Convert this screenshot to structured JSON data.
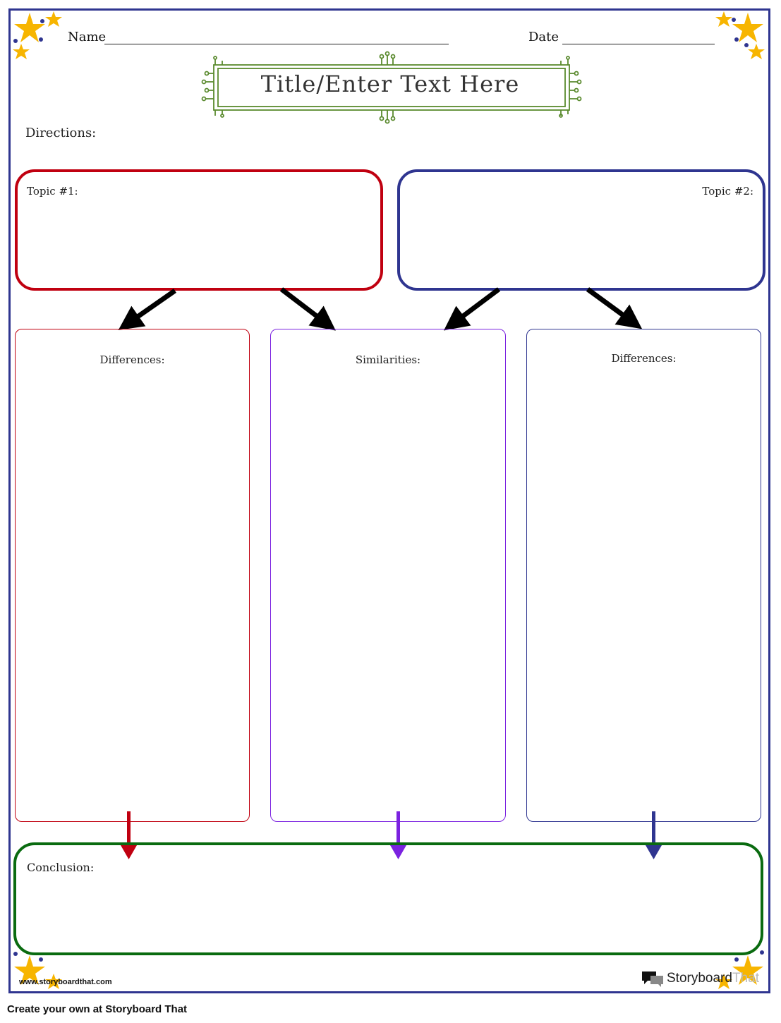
{
  "header": {
    "name_label": "Name",
    "date_label": "Date"
  },
  "title": {
    "text": "Title/Enter Text Here"
  },
  "directions": {
    "label": "Directions:"
  },
  "topics": [
    {
      "label": "Topic #1:",
      "color": "#c00010"
    },
    {
      "label": "Topic #2:",
      "color": "#2f3590"
    }
  ],
  "columns": [
    {
      "label": "Differences:",
      "color": "#c00010"
    },
    {
      "label": "Similarities:",
      "color": "#7b22e0"
    },
    {
      "label": "Differences:",
      "color": "#2f3590"
    }
  ],
  "conclusion": {
    "label": "Conclusion:",
    "color": "#0a6b10"
  },
  "footer": {
    "url": "www.storyboardthat.com",
    "brand_main": "Storyboard",
    "brand_accent": "That",
    "create_text": "Create your own at Storyboard That"
  },
  "colors": {
    "frame": "#2f3590",
    "star": "#f7b500",
    "dot": "#2f3590",
    "title_border": "#5a8a2e",
    "arrow": "#000000"
  }
}
